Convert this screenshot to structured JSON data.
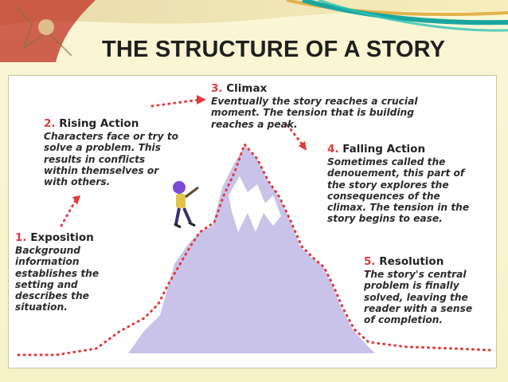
{
  "slide": {
    "title": "THE STRUCTURE OF A STORY"
  },
  "stages": [
    {
      "num": "1.",
      "name": "Exposition",
      "text": "Background\ninformation\nestablishes the\nsetting and\ndescribes the\nsituation."
    },
    {
      "num": "2.",
      "name": "Rising Action",
      "text": "Characters face or try to\nsolve a problem. This\nresults in conflicts\nwithin themselves or\nwith others."
    },
    {
      "num": "3.",
      "name": "Climax",
      "text": "Eventually the story reaches a crucial\nmoment. The tension that is building\nreaches a peak."
    },
    {
      "num": "4.",
      "name": "Falling Action",
      "text": "Sometimes called the\ndenouement, this part of\nthe story explores the\nconsequences of the\nclimax. The tension in the\nstory begins to ease."
    },
    {
      "num": "5.",
      "name": "Resolution",
      "text": "The story's central\nproblem is finally\nsolved, leaving the\nreader with a sense\nof completion."
    }
  ],
  "colors": {
    "mountain": "#c9c3ea",
    "snow": "#ffffff",
    "dots": "#e23a3a",
    "text": "#2b2b2b"
  },
  "icons": {
    "climber": "climber-figure",
    "arrows": "dotted-arrow"
  }
}
